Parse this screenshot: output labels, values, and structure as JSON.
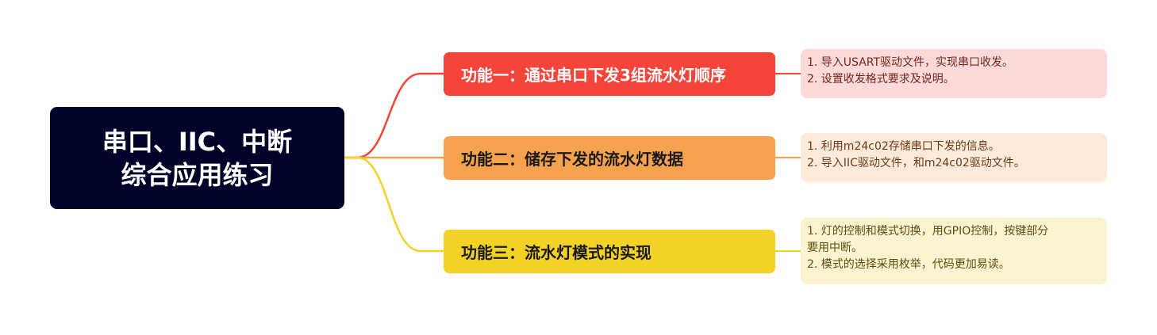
{
  "root": {
    "line1": "串口、IIC、中断",
    "line2": "综合应用练习"
  },
  "branches": [
    {
      "label": "功能一：通过串口下发3组流水灯顺序",
      "color": "#f5453b",
      "notes": [
        "1. 导入USART驱动文件，实现串口收发。",
        "2. 设置收发格式要求及说明。"
      ]
    },
    {
      "label": "功能二：储存下发的流水灯数据",
      "color": "#f5a14e",
      "notes": [
        "1. 利用m24c02存储串口下发的信息。",
        "2. 导入IIC驱动文件，和m24c02驱动文件。"
      ]
    },
    {
      "label": "功能三：流水灯模式的实现",
      "color": "#f2d224",
      "notes": [
        "1. 灯的控制和模式切换，用GPIO控制，按键部分",
        "要用中断。",
        "2. 模式的选择采用枚举，代码更加易读。"
      ]
    }
  ]
}
